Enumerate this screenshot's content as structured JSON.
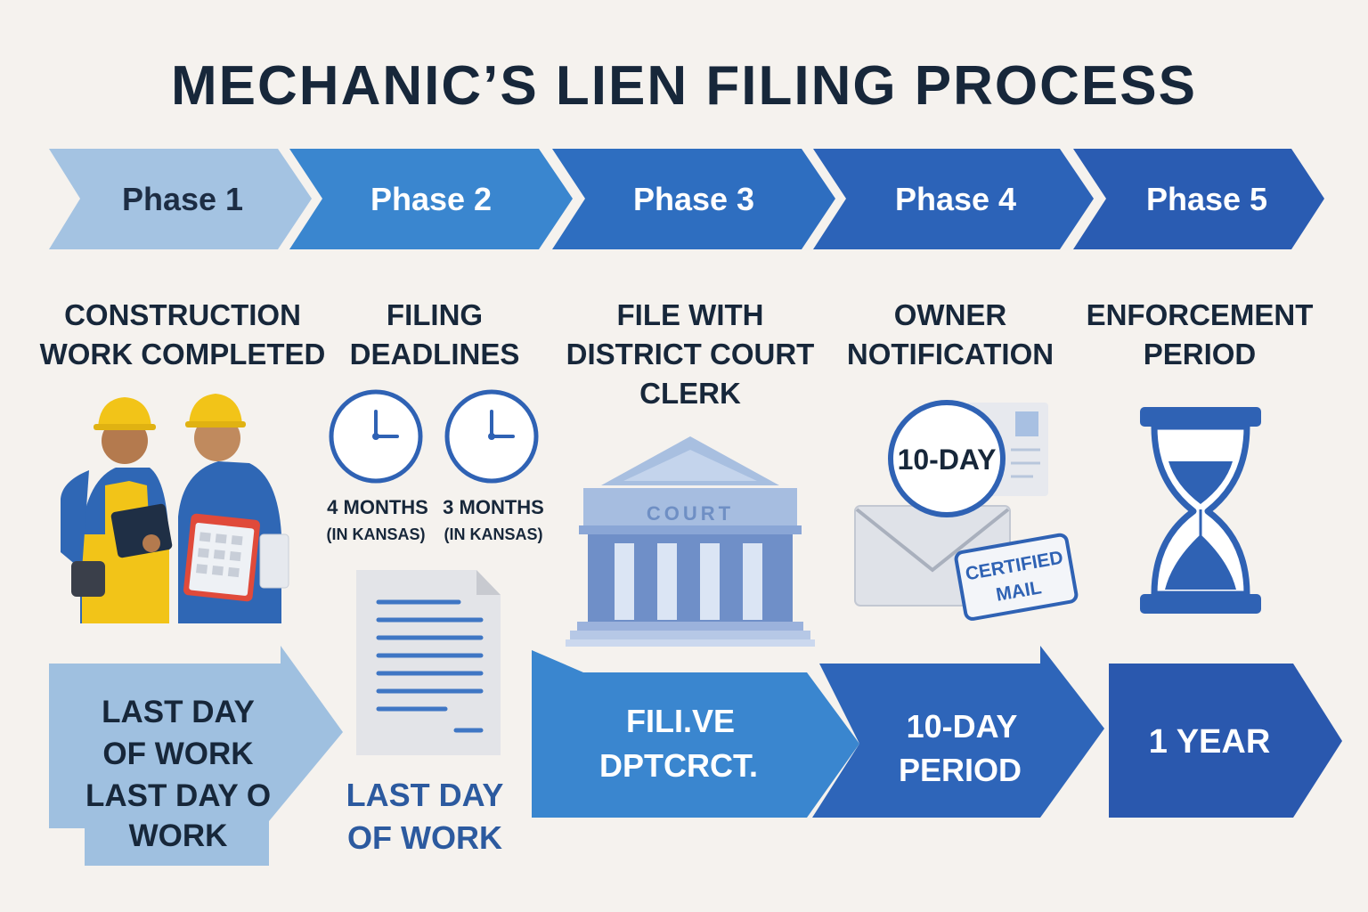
{
  "title": "MECHANIC’S LIEN FILING PROCESS",
  "colors": {
    "background": "#f5f2ee",
    "heading": "#17273a",
    "phase_fills": [
      "#a4c3e2",
      "#3a86cf",
      "#2e6ec0",
      "#2c63b8",
      "#2a5cb2"
    ],
    "bottom_fills": [
      "#9fc0e0",
      "#3a86cf",
      "#2e65b9",
      "#2a58ae"
    ],
    "icon_blue": "#2f62b4",
    "mid_text_blue": "#2c5a9f"
  },
  "phases": [
    {
      "label": "Phase 1",
      "heading": [
        "CONSTRUCTION",
        "WORK COMPLETED"
      ],
      "icon": "construction-workers-icon"
    },
    {
      "label": "Phase 2",
      "heading": [
        "FILING",
        "DEADLINES"
      ],
      "icon": "clock-icon"
    },
    {
      "label": "Phase 3",
      "heading": [
        "FILE WITH",
        "DISTRICT COURT",
        "CLERK"
      ],
      "icon": "courthouse-icon"
    },
    {
      "label": "Phase 4",
      "heading": [
        "OWNER",
        "NOTIFICATION"
      ],
      "icon": "certified-mail-icon"
    },
    {
      "label": "Phase 5",
      "heading": [
        "ENFORCEMENT",
        "PERIOD"
      ],
      "icon": "hourglass-icon"
    }
  ],
  "deadlines": [
    {
      "months": "4 MONTHS",
      "state": "(IN KANSAS)"
    },
    {
      "months": "3 MONTHS",
      "state": "(IN KANSAS)"
    }
  ],
  "court_sign": "COURT",
  "notice_badge": "10-DAY",
  "stamp": [
    "CERTIFIED",
    "MAIL"
  ],
  "bottom_boxes": [
    {
      "lines": [
        "LAST DAY",
        "OF WORK",
        "LAST DAY O",
        "WORK"
      ]
    },
    {
      "lines": [
        "FILI.VE",
        "DPTCRCT."
      ]
    },
    {
      "lines": [
        "10-DAY",
        "PERIOD"
      ]
    },
    {
      "lines": [
        "1 YEAR"
      ]
    }
  ],
  "document_caption": [
    "LAST DAY",
    "OF WORK"
  ]
}
